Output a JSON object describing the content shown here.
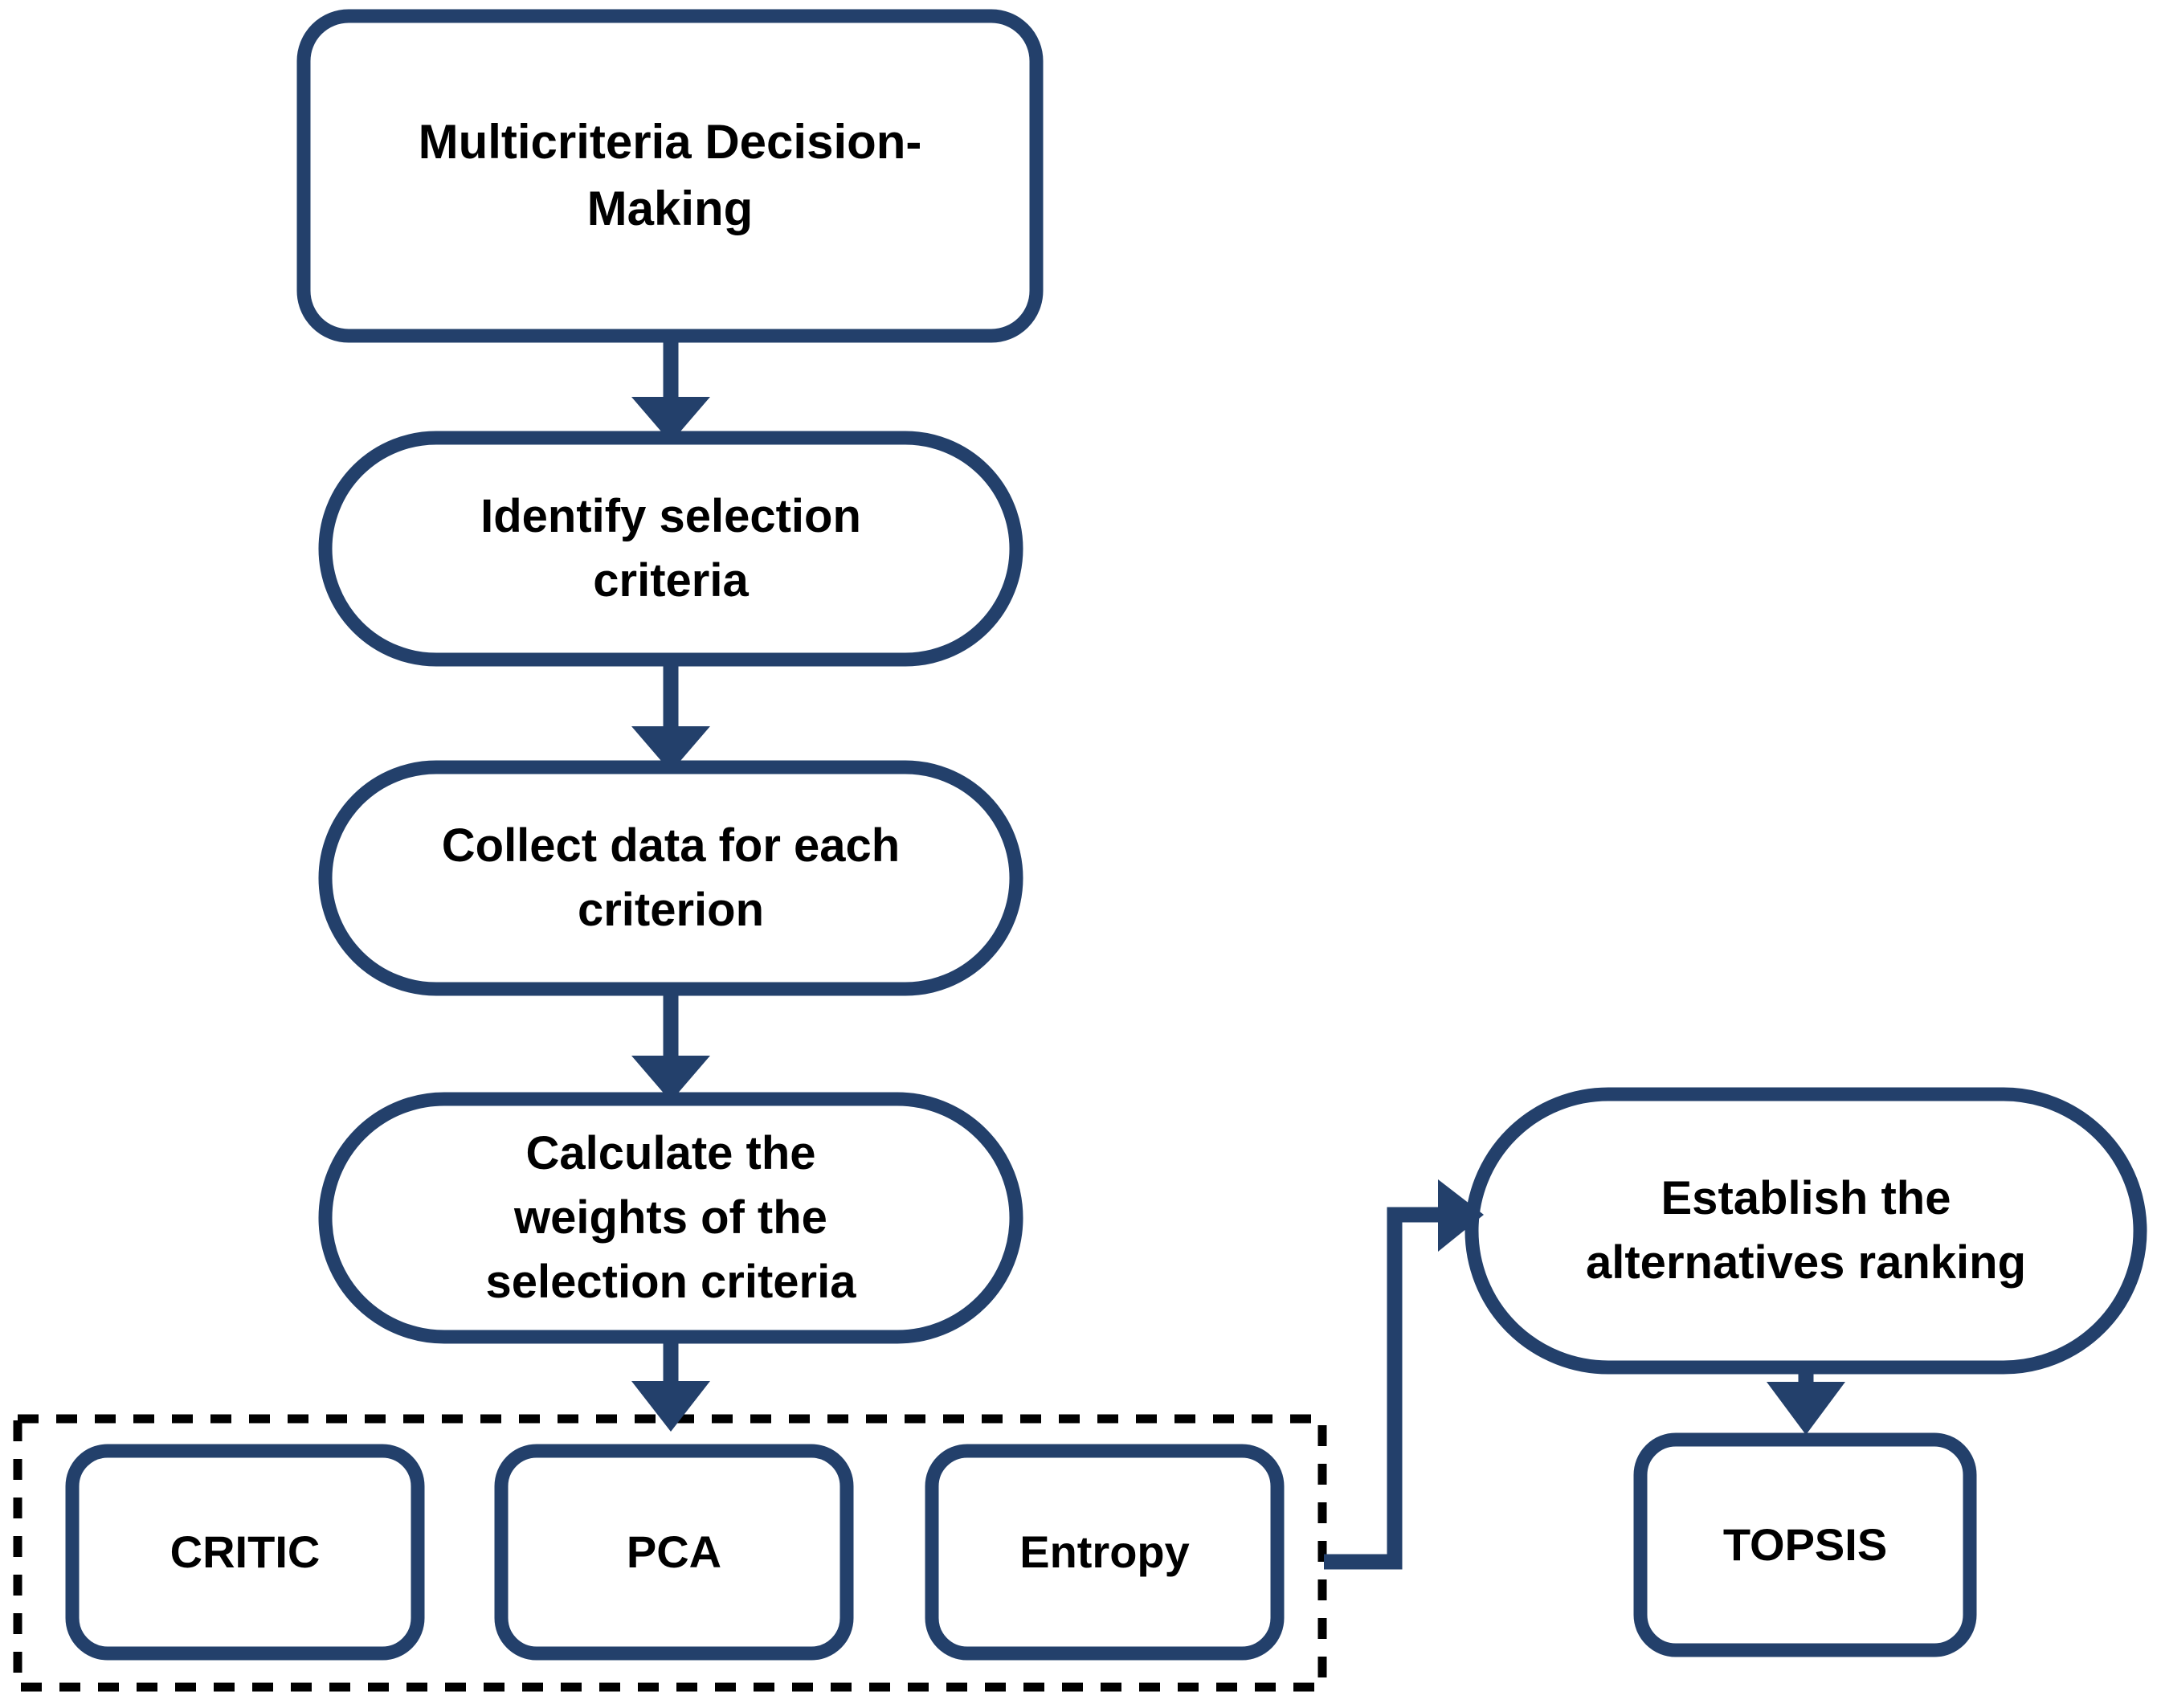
{
  "diagram": {
    "title": "Multicriteria Decision-Making flowchart",
    "colors": {
      "stroke": "#23406B",
      "node_fill": "#FFFFFF",
      "text": "#000000",
      "dashed_border": "#000000",
      "background": "#FFFFFF"
    },
    "nodes": [
      {
        "id": "mcdm",
        "label": "Multicriteria  Decision-\nMaking",
        "shape": "rounded-rect"
      },
      {
        "id": "identify",
        "label": "Identify selection\ncriteria",
        "shape": "stadium"
      },
      {
        "id": "collect",
        "label": "Collect data for each\ncriterion",
        "shape": "stadium"
      },
      {
        "id": "calculate",
        "label": "Calculate the\nweights of the\nselection criteria",
        "shape": "stadium"
      },
      {
        "id": "critic",
        "label": "CRITIC",
        "shape": "rounded-rect"
      },
      {
        "id": "pca",
        "label": "PCA",
        "shape": "rounded-rect"
      },
      {
        "id": "entropy",
        "label": "Entropy",
        "shape": "rounded-rect"
      },
      {
        "id": "establish",
        "label": "Establish the\nalternatives ranking",
        "shape": "stadium"
      },
      {
        "id": "topsis",
        "label": "TOPSIS",
        "shape": "rounded-rect"
      }
    ],
    "group": {
      "id": "weighting-methods-group",
      "style": "dashed",
      "members": [
        "critic",
        "pca",
        "entropy"
      ]
    },
    "edges": [
      {
        "from": "mcdm",
        "to": "identify",
        "type": "straight-down",
        "arrow": true
      },
      {
        "from": "identify",
        "to": "collect",
        "type": "straight-down",
        "arrow": true
      },
      {
        "from": "collect",
        "to": "calculate",
        "type": "straight-down",
        "arrow": true
      },
      {
        "from": "calculate",
        "to": "weighting-methods-group",
        "type": "straight-down",
        "arrow": true
      },
      {
        "from": "weighting-methods-group",
        "to": "establish",
        "type": "elbow-right-up",
        "arrow": true
      },
      {
        "from": "establish",
        "to": "topsis",
        "type": "straight-down",
        "arrow": true
      }
    ]
  }
}
